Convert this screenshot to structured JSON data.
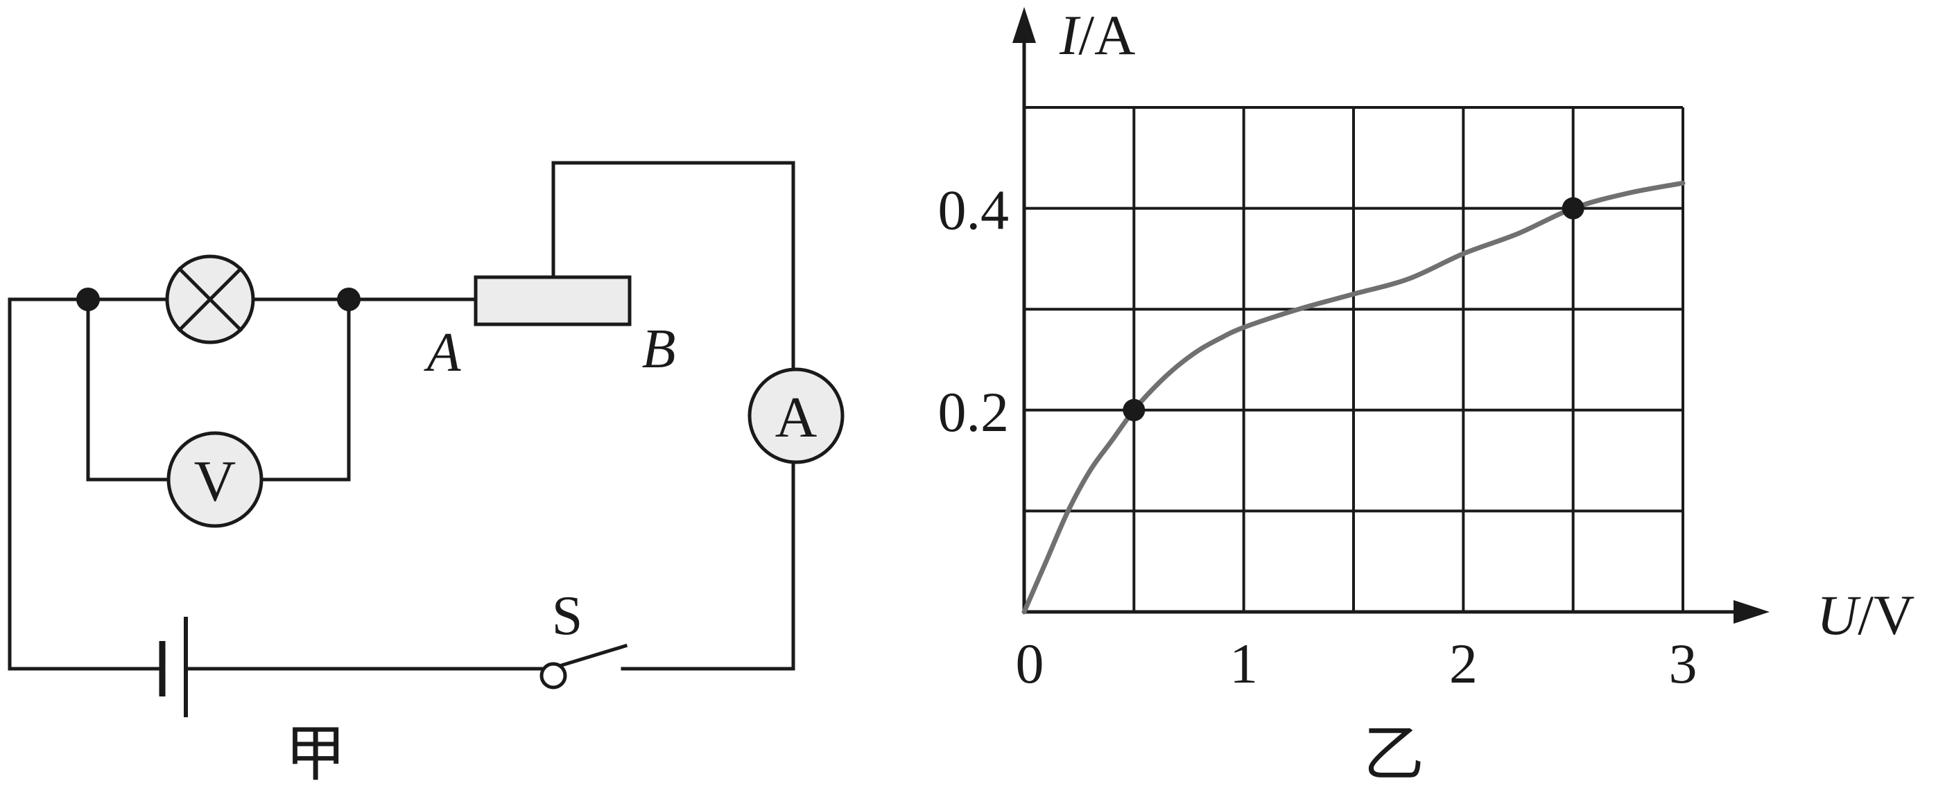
{
  "circuit": {
    "caption": "甲",
    "voltmeter": "V",
    "ammeter": "A",
    "rheostat_end_a": "A",
    "rheostat_end_b": "B",
    "switch": "S"
  },
  "chart_data": {
    "type": "line",
    "caption": "乙",
    "xlabel": {
      "var": "U",
      "unit": "V"
    },
    "ylabel": {
      "var": "I",
      "unit": "A"
    },
    "origin_label": "0",
    "xticks": [
      "1",
      "2",
      "3"
    ],
    "xtick_values": [
      1,
      2,
      3
    ],
    "yticks": [
      "0.2",
      "0.4"
    ],
    "ytick_values": [
      0.2,
      0.4
    ],
    "xlim": [
      0,
      3
    ],
    "ylim": [
      0,
      0.5
    ],
    "grid": true,
    "grid_step": {
      "x": 0.5,
      "y": 0.1
    },
    "series": [
      {
        "x": [
          0,
          0.1,
          0.2,
          0.3,
          0.4,
          0.5,
          0.6,
          0.7,
          0.8,
          0.9,
          1.0,
          1.25,
          1.5,
          1.75,
          2.0,
          2.25,
          2.5,
          2.75,
          3.0
        ],
        "y": [
          0,
          0.05,
          0.1,
          0.14,
          0.17,
          0.2,
          0.224,
          0.244,
          0.26,
          0.272,
          0.282,
          0.3,
          0.315,
          0.33,
          0.355,
          0.375,
          0.4,
          0.415,
          0.425
        ]
      }
    ],
    "points": [
      {
        "x": 0.5,
        "y": 0.2
      },
      {
        "x": 2.5,
        "y": 0.4
      }
    ]
  }
}
